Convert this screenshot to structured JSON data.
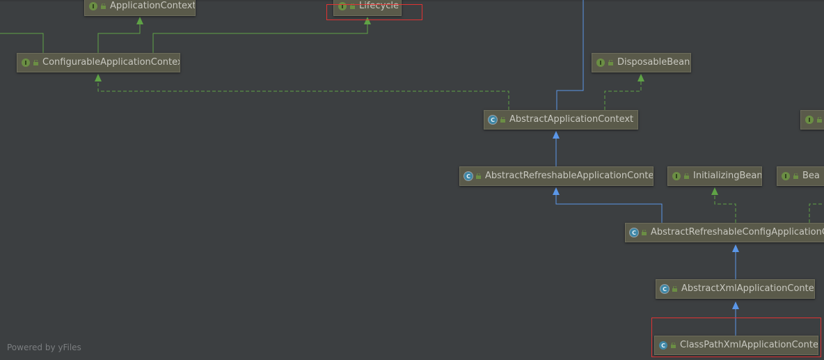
{
  "diagram": {
    "watermark": "Powered by yFiles",
    "colors": {
      "background": "#3c3f41",
      "node_fill": "#5a5a4a",
      "node_text": "#c8c8c0",
      "interface_badge": "#6b8e44",
      "class_badge": "#3f87a6",
      "extends_edge": "#5b97e8",
      "implements_edge": "#5fa346",
      "highlight": "#e03333"
    },
    "nodes": [
      {
        "id": "application-context",
        "kind": "interface",
        "badge": "I",
        "label": "ApplicationContext"
      },
      {
        "id": "lifecycle",
        "kind": "interface",
        "badge": "I",
        "label": "Lifecycle",
        "highlighted": true
      },
      {
        "id": "configurable-application-context",
        "kind": "interface",
        "badge": "I",
        "label": "ConfigurableApplicationContext"
      },
      {
        "id": "disposable-bean",
        "kind": "interface",
        "badge": "I",
        "label": "DisposableBean"
      },
      {
        "id": "abstract-application-context",
        "kind": "abstract",
        "badge": "C",
        "label": "AbstractApplicationContext"
      },
      {
        "id": "partial-interface-right",
        "kind": "interface",
        "badge": "I",
        "label": ""
      },
      {
        "id": "abstract-refreshable-application-context",
        "kind": "abstract",
        "badge": "C",
        "label": "AbstractRefreshableApplicationContext"
      },
      {
        "id": "initializing-bean",
        "kind": "interface",
        "badge": "I",
        "label": "InitializingBean"
      },
      {
        "id": "bean-name-aware",
        "kind": "interface",
        "badge": "I",
        "label": "Bea"
      },
      {
        "id": "abstract-refreshable-config-application-context",
        "kind": "abstract",
        "badge": "C",
        "label": "AbstractRefreshableConfigApplicationCo"
      },
      {
        "id": "abstract-xml-application-context",
        "kind": "abstract",
        "badge": "C",
        "label": "AbstractXmlApplicationContext"
      },
      {
        "id": "class-path-xml-application-context",
        "kind": "class",
        "badge": "C",
        "label": "ClassPathXmlApplicationContext",
        "highlighted": true
      }
    ],
    "edges": [
      {
        "from": "configurable-application-context",
        "to": "application-context",
        "relation": "extends-interface"
      },
      {
        "from": "configurable-application-context",
        "to": "lifecycle",
        "relation": "extends-interface"
      },
      {
        "from": "abstract-application-context",
        "to": "configurable-application-context",
        "relation": "implements"
      },
      {
        "from": "abstract-application-context",
        "to": "disposable-bean",
        "relation": "implements"
      },
      {
        "from": "abstract-refreshable-application-context",
        "to": "abstract-application-context",
        "relation": "extends"
      },
      {
        "from": "abstract-refreshable-config-application-context",
        "to": "abstract-refreshable-application-context",
        "relation": "extends"
      },
      {
        "from": "abstract-refreshable-config-application-context",
        "to": "initializing-bean",
        "relation": "implements"
      },
      {
        "from": "abstract-xml-application-context",
        "to": "abstract-refreshable-config-application-context",
        "relation": "extends"
      },
      {
        "from": "class-path-xml-application-context",
        "to": "abstract-xml-application-context",
        "relation": "extends"
      }
    ]
  }
}
